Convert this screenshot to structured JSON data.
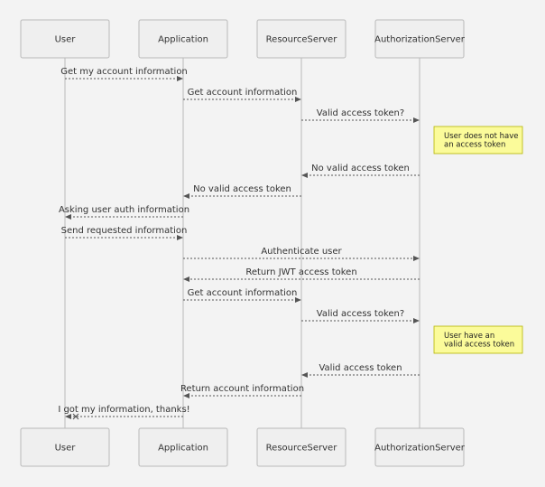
{
  "participants": [
    {
      "id": "user",
      "label": "User"
    },
    {
      "id": "app",
      "label": "Application"
    },
    {
      "id": "resource",
      "label": "ResourceServer"
    },
    {
      "id": "auth",
      "label": "AuthorizationServer"
    }
  ],
  "messages": [
    {
      "from": "user",
      "to": "app",
      "label": "Get my account information"
    },
    {
      "from": "app",
      "to": "resource",
      "label": "Get account information"
    },
    {
      "from": "resource",
      "to": "auth",
      "label": "Valid access token?"
    },
    {
      "from": "auth",
      "to": "resource",
      "label": "No valid access token"
    },
    {
      "from": "resource",
      "to": "app",
      "label": "No valid access token"
    },
    {
      "from": "app",
      "to": "user",
      "label": "Asking user auth information"
    },
    {
      "from": "user",
      "to": "app",
      "label": "Send requested information"
    },
    {
      "from": "app",
      "to": "auth",
      "label": "Authenticate user"
    },
    {
      "from": "auth",
      "to": "app",
      "label": "Return JWT access token"
    },
    {
      "from": "app",
      "to": "resource",
      "label": "Get account information"
    },
    {
      "from": "resource",
      "to": "auth",
      "label": "Valid access token?"
    },
    {
      "from": "auth",
      "to": "resource",
      "label": "Valid access token"
    },
    {
      "from": "resource",
      "to": "app",
      "label": "Return account information"
    },
    {
      "from": "app",
      "to": "user",
      "label": "I got my information, thanks!",
      "arrow": "lost"
    }
  ],
  "notes": [
    {
      "lines": [
        "User does not have",
        "an access token"
      ],
      "after_message": 2
    },
    {
      "lines": [
        "User have an",
        "valid access token"
      ],
      "after_message": 10
    }
  ],
  "colors": {
    "background": "#f3f3f3",
    "participant_fill": "#efefef",
    "participant_border": "#b9b9b9",
    "note_fill": "#fbfb9a",
    "note_border": "#b3b300",
    "arrow": "#555555"
  }
}
